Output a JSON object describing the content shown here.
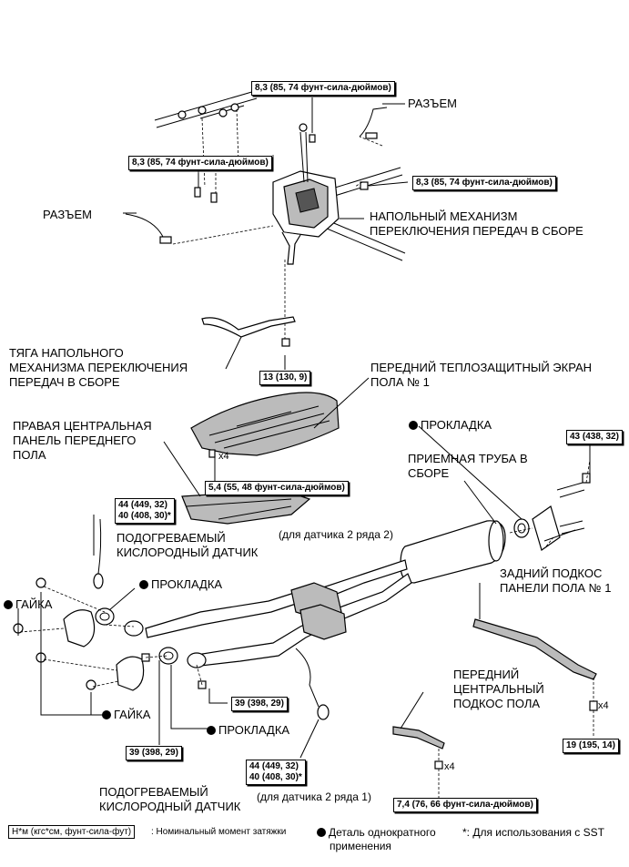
{
  "torque": {
    "t1": "8,3 (85, 74 фунт-сила-дюймов)",
    "t2": "8,3 (85, 74 фунт-сила-дюймов)",
    "t3": "8,3 (85, 74 фунт-сила-дюймов)",
    "t4": "13 (130, 9)",
    "t5": "5,4 (55, 48 фунт-сила-дюймов)",
    "t6": "43 (438, 32)",
    "t7a": "44 (449, 32)",
    "t7b": "40 (408, 30)*",
    "t8": "39 (398, 29)",
    "t9": "39 (398, 29)",
    "t10a": "44 (449, 32)",
    "t10b": "40 (408, 30)*",
    "t11": "19 (195, 14)",
    "t12": "7,4 (76, 66 фунт-сила-дюймов)"
  },
  "labels": {
    "connector_top": "РАЗЪЕМ",
    "connector_left": "РАЗЪЕМ",
    "shift_l1": "НАПОЛЬНЫЙ МЕХАНИЗМ",
    "shift_l2": "ПЕРЕКЛЮЧЕНИЯ ПЕРЕДАЧ В СБОРЕ",
    "rod_l1": "ТЯГА НАПОЛЬНОГО",
    "rod_l2": "МЕХАНИЗМА ПЕРЕКЛЮЧЕНИЯ",
    "rod_l3": "ПЕРЕДАЧ В СБОРЕ",
    "heat_l1": "ПЕРЕДНИЙ ТЕПЛОЗАЩИТНЫЙ ЭКРАН",
    "heat_l2": "ПОЛА № 1",
    "panel_l1": "ПРАВАЯ ЦЕНТРАЛЬНАЯ",
    "panel_l2": "ПАНЕЛЬ ПЕРЕДНЕГО",
    "panel_l3": "ПОЛА",
    "gasket_right": "ПРОКЛАДКА",
    "pipe_l1": "ПРИЕМНАЯ ТРУБА В",
    "pipe_l2": "СБОРЕ",
    "o2_top_l1": "ПОДОГРЕВАЕМЫЙ",
    "o2_top_l2": "КИСЛОРОДНЫЙ ДАТЧИК",
    "sensor22": "(для датчика 2 ряда 2)",
    "gasket_mid": "ПРОКЛАДКА",
    "nut_left": "ГАЙКА",
    "nut_bottom": "ГАЙКА",
    "gasket_bottom": "ПРОКЛАДКА",
    "rear_l1": "ЗАДНИЙ ПОДКОС",
    "rear_l2": "ПАНЕЛИ ПОЛА № 1",
    "front_l1": "ПЕРЕДНИЙ",
    "front_l2": "ЦЕНТРАЛЬНЫЙ",
    "front_l3": "ПОДКОС ПОЛА",
    "o2_bot_l1": "ПОДОГРЕВАЕМЫЙ",
    "o2_bot_l2": "КИСЛОРОДНЫЙ ДАТЧИК",
    "sensor21": "(для датчика 2 ряда 1)",
    "x4": "x4"
  },
  "legend": {
    "units": "Н*м (кгс*см, фунт-сила-фут)",
    "units_desc": ": Номинальный момент затяжки",
    "single_use_l1": "Деталь однократного",
    "single_use_l2": "применения",
    "sst": "*: Для использования с SST"
  }
}
